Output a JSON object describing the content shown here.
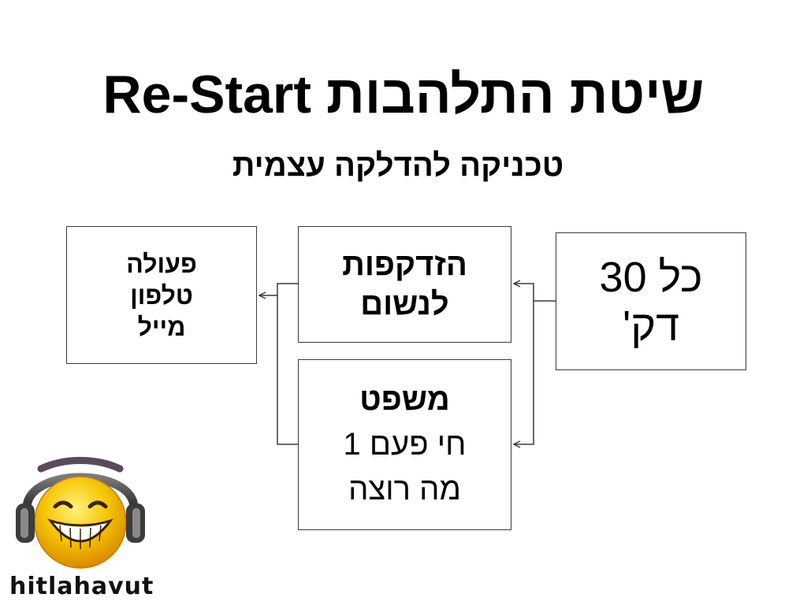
{
  "slide": {
    "title": "שיטת התלהבות Re-Start",
    "subtitle": "טכניקה להדלקה עצמית"
  },
  "diagram": {
    "every30": {
      "lines": [
        "כל 30",
        "דק'"
      ]
    },
    "posture": {
      "lines": [
        "הזדקפות",
        "לנשום"
      ]
    },
    "sentence": {
      "lines": [
        "משפט",
        "חי פעם 1",
        "מה רוצה"
      ]
    },
    "action": {
      "lines": [
        "פעולה",
        "טלפון",
        "מייל"
      ]
    }
  },
  "logo": {
    "icon": "smiley-headphones-icon",
    "text": "hitlahavut"
  },
  "colors": {
    "face": "#f5c400",
    "headphones": "#4a4a4a",
    "border": "#3a3a3a"
  }
}
